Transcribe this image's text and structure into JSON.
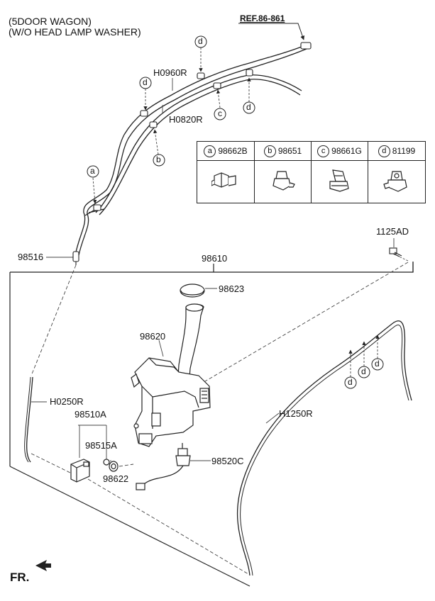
{
  "header": {
    "line1": "(5DOOR WAGON)",
    "line2": "(W/O HEAD LAMP WASHER)"
  },
  "ref": "REF.86-861",
  "front_label": "FR.",
  "parts": {
    "H0960R": "H0960R",
    "H0820R": "H0820R",
    "p98516": "98516",
    "p98610": "98610",
    "p1125AD": "1125AD",
    "p98623": "98623",
    "p98620": "98620",
    "H0250R": "H0250R",
    "p98510A": "98510A",
    "p98515A": "98515A",
    "p98622": "98622",
    "p98520C": "98520C",
    "H1250R": "H1250R"
  },
  "callouts": {
    "a": "a",
    "b": "b",
    "c": "c",
    "d": "d"
  },
  "legend": [
    {
      "letter": "a",
      "part": "98662B"
    },
    {
      "letter": "b",
      "part": "98651"
    },
    {
      "letter": "c",
      "part": "98661G"
    },
    {
      "letter": "d",
      "part": "81199"
    }
  ],
  "colors": {
    "line": "#222222",
    "leader": "#444444"
  }
}
